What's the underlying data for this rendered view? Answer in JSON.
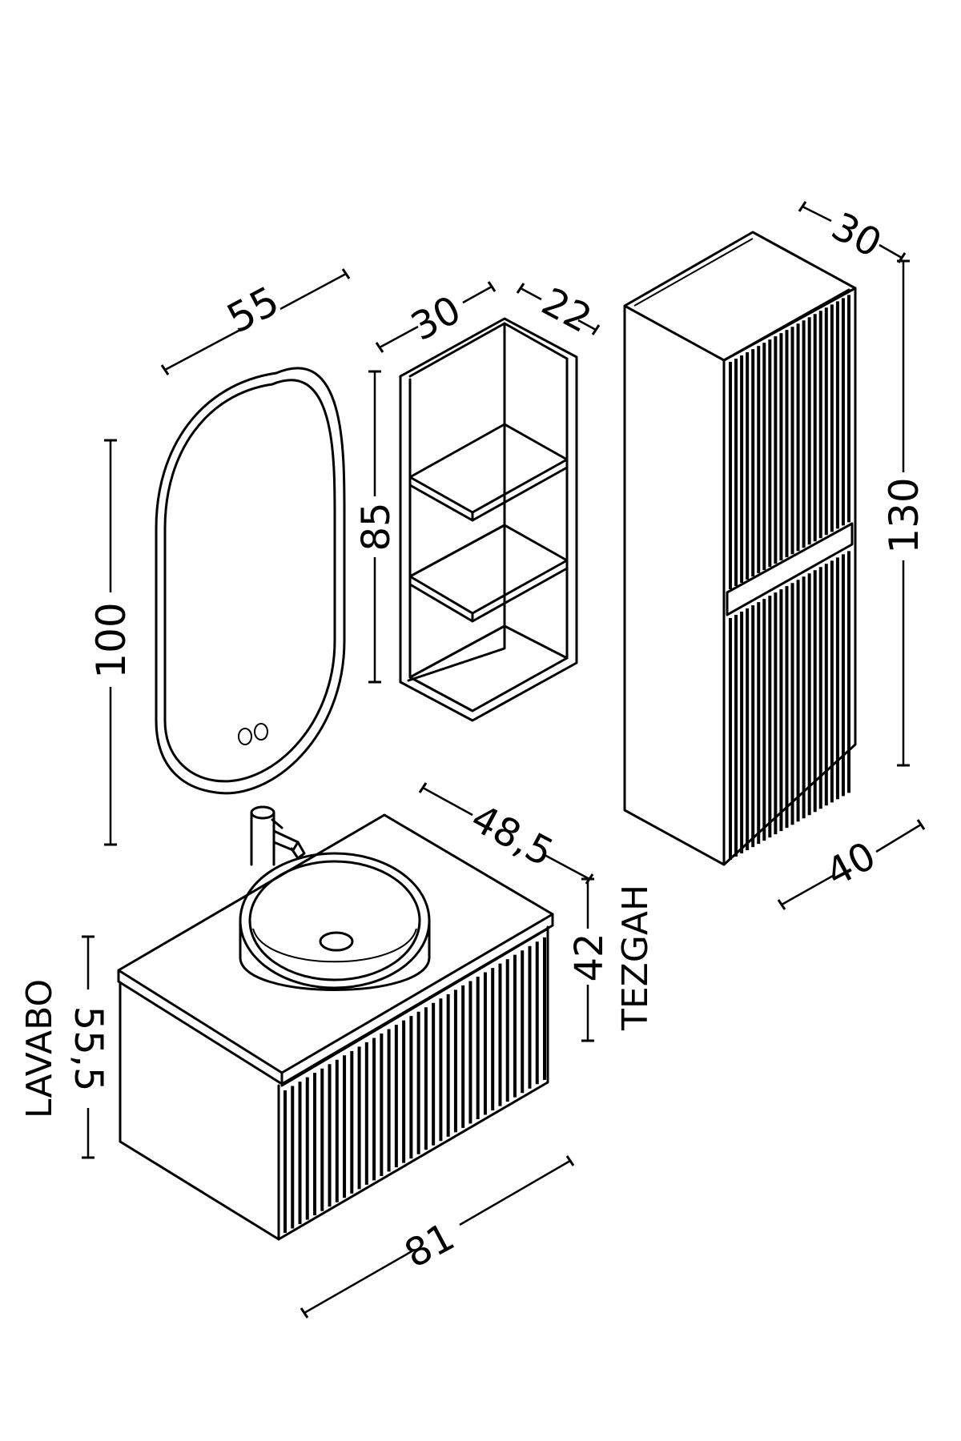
{
  "mirror": {
    "width": "55",
    "height": "100"
  },
  "shelf": {
    "width": "30",
    "depth": "22",
    "height": "85"
  },
  "tall_cabinet": {
    "depth": "30",
    "height": "130",
    "width": "40"
  },
  "vanity": {
    "counter_depth": "48,5",
    "counter_height": "42",
    "counter_label": "TEZGAH",
    "sink_height": "55,5",
    "sink_label": "LAVABO",
    "width": "81"
  }
}
